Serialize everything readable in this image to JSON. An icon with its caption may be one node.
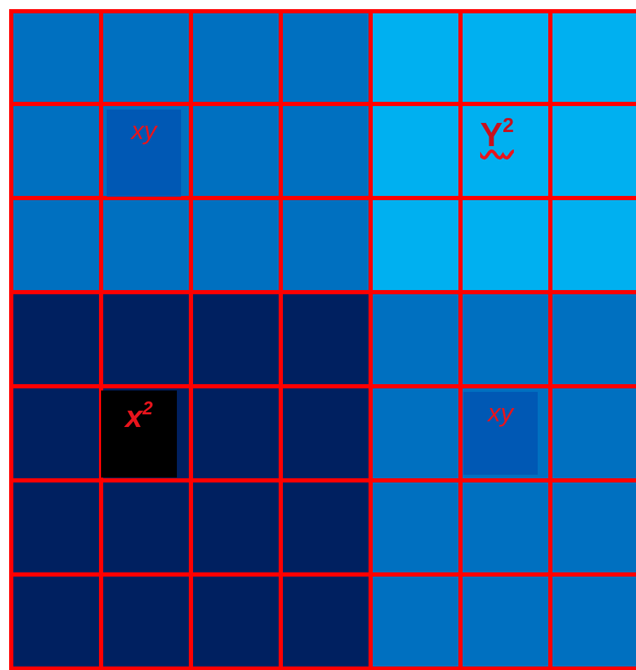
{
  "diagram": {
    "nodes": [
      {
        "text": [
          "xy"
        ]
      },
      {
        "text": [
          "Y$^{2}$"
        ]
      },
      {
        "text": [
          "x$^{2}$"
        ]
      },
      {
        "text": [
          "xy"
        ]
      }
    ]
  }
}
